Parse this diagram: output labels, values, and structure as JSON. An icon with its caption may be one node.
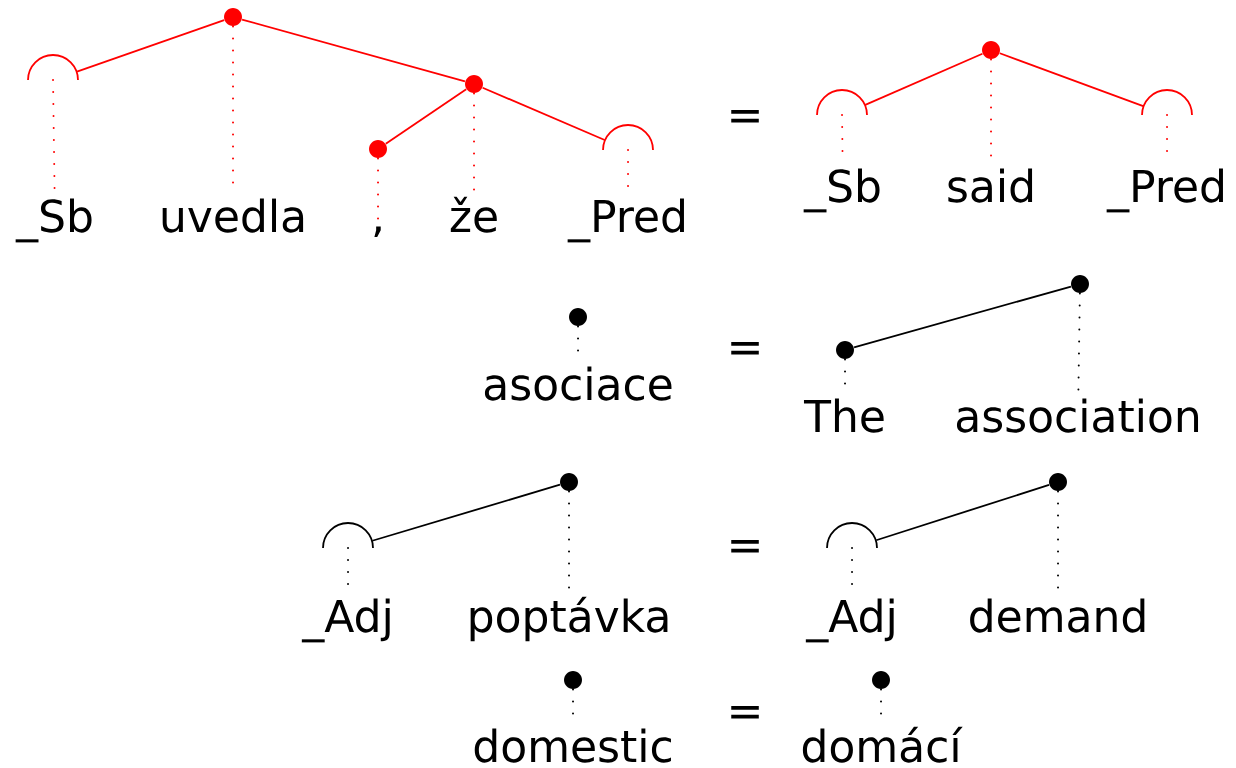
{
  "diagram": {
    "nodes": [
      {
        "text": [],
        "shape": "arc"
      },
      {
        "text": [],
        "shape": "circle"
      },
      {
        "text": [],
        "shape": "circle"
      },
      {
        "text": [],
        "shape": "circle"
      },
      {
        "text": [],
        "shape": "arc"
      },
      {
        "text": [
          "_Sb"
        ]
      },
      {
        "text": [
          "uvedla"
        ]
      },
      {
        "text": [
          ","
        ]
      },
      {
        "text": [
          "že"
        ]
      },
      {
        "text": [
          "_Pred"
        ]
      },
      {
        "text": [],
        "shape": "arc"
      },
      {
        "text": [],
        "shape": "circle"
      },
      {
        "text": [],
        "shape": "arc"
      },
      {
        "text": [
          "_Sb"
        ]
      },
      {
        "text": [
          "said"
        ]
      },
      {
        "text": [
          "_Pred"
        ]
      },
      {
        "text": [],
        "shape": "circle"
      },
      {
        "text": [
          "asociace"
        ]
      },
      {
        "text": [],
        "shape": "circle"
      },
      {
        "text": [],
        "shape": "circle"
      },
      {
        "text": [
          "The"
        ]
      },
      {
        "text": [
          "association"
        ]
      },
      {
        "text": [],
        "shape": "arc"
      },
      {
        "text": [],
        "shape": "circle"
      },
      {
        "text": [
          "_Adj"
        ]
      },
      {
        "text": [
          "poptávka"
        ]
      },
      {
        "text": [],
        "shape": "arc"
      },
      {
        "text": [],
        "shape": "circle"
      },
      {
        "text": [
          "_Adj"
        ]
      },
      {
        "text": [
          "demand"
        ]
      },
      {
        "text": [],
        "shape": "circle"
      },
      {
        "text": [
          "domestic"
        ]
      },
      {
        "text": [],
        "shape": "circle"
      },
      {
        "text": [
          "domácí"
        ]
      }
    ],
    "edges": [
      {
        "from": 1,
        "to": 0,
        "arrow": "none",
        "color": "#ff0000"
      },
      {
        "from": 1,
        "to": 3,
        "arrow": "none",
        "color": "#ff0000"
      },
      {
        "from": 3,
        "to": 2,
        "arrow": "none",
        "color": "#ff0000"
      },
      {
        "from": 3,
        "to": 4,
        "arrow": "none",
        "color": "#ff0000"
      },
      {
        "from": 0,
        "to": 5,
        "arrow": "none",
        "style": "dashed",
        "color": "#ff0000"
      },
      {
        "from": 1,
        "to": 6,
        "arrow": "none",
        "style": "dashed",
        "color": "#ff0000"
      },
      {
        "from": 2,
        "to": 7,
        "arrow": "none",
        "style": "dashed",
        "color": "#ff0000"
      },
      {
        "from": 3,
        "to": 8,
        "arrow": "none",
        "style": "dashed",
        "color": "#ff0000"
      },
      {
        "from": 4,
        "to": 9,
        "arrow": "none",
        "style": "dashed",
        "color": "#ff0000"
      },
      {
        "from": 11,
        "to": 10,
        "arrow": "none",
        "color": "#ff0000"
      },
      {
        "from": 11,
        "to": 12,
        "arrow": "none",
        "color": "#ff0000"
      },
      {
        "from": 10,
        "to": 13,
        "arrow": "none",
        "style": "dashed",
        "color": "#ff0000"
      },
      {
        "from": 11,
        "to": 14,
        "arrow": "none",
        "style": "dashed",
        "color": "#ff0000"
      },
      {
        "from": 12,
        "to": 15,
        "arrow": "none",
        "style": "dashed",
        "color": "#ff0000"
      },
      {
        "from": 16,
        "to": 17,
        "arrow": "none",
        "style": "dashed",
        "color": "#000000"
      },
      {
        "from": 19,
        "to": 18,
        "arrow": "none",
        "color": "#000000"
      },
      {
        "from": 18,
        "to": 20,
        "arrow": "none",
        "style": "dashed",
        "color": "#000000"
      },
      {
        "from": 19,
        "to": 21,
        "arrow": "none",
        "style": "dashed",
        "color": "#000000"
      },
      {
        "from": 23,
        "to": 22,
        "arrow": "none",
        "color": "#000000"
      },
      {
        "from": 22,
        "to": 24,
        "arrow": "none",
        "style": "dashed",
        "color": "#000000"
      },
      {
        "from": 23,
        "to": 25,
        "arrow": "none",
        "style": "dashed",
        "color": "#000000"
      },
      {
        "from": 27,
        "to": 26,
        "arrow": "none",
        "color": "#000000"
      },
      {
        "from": 26,
        "to": 28,
        "arrow": "none",
        "style": "dashed",
        "color": "#000000"
      },
      {
        "from": 27,
        "to": 29,
        "arrow": "none",
        "style": "dashed",
        "color": "#000000"
      },
      {
        "from": 30,
        "to": 31,
        "arrow": "none",
        "style": "dashed",
        "color": "#000000"
      },
      {
        "from": 32,
        "to": 33,
        "arrow": "none",
        "style": "dashed",
        "color": "#000000"
      }
    ],
    "labels": [
      "=",
      "=",
      "=",
      "="
    ]
  }
}
